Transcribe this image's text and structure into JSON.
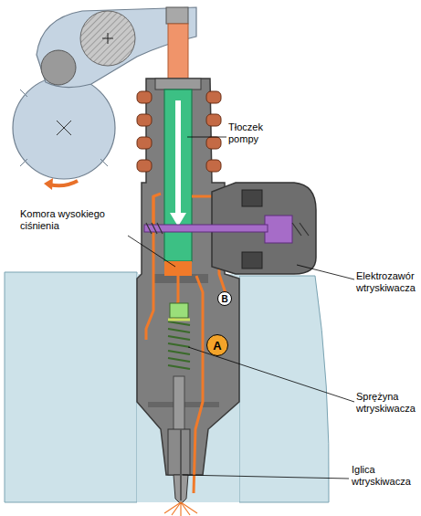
{
  "diagram": {
    "nodes": [
      {
        "text": [
          "B"
        ]
      },
      {
        "text": [
          "A"
        ]
      }
    ],
    "labels": [
      "Tłoczek pompy",
      "Komora wysokiego ciśnienia",
      "Elektrozawór wtryskiwacza",
      "Sprężyna wtryskiwacza",
      "Iglica wtryskiwacza"
    ]
  }
}
